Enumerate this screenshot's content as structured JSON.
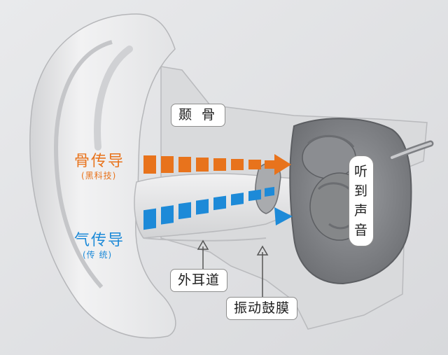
{
  "labels": {
    "temporal_bone": "颞骨",
    "hear_sound": "听到声音",
    "ear_canal": "外耳道",
    "eardrum": "振动鼓膜"
  },
  "bone_conduction": {
    "title": "骨传导",
    "subtitle": "(黑科技)",
    "color": "#e8731c"
  },
  "air_conduction": {
    "title": "气传导",
    "subtitle": "(传 统)",
    "color": "#1d8ad8"
  },
  "icons": {
    "bone_arrow": "dashed-right-arrow",
    "air_arrow": "dashed-right-arrow",
    "pointer_arrow": "up-arrow"
  }
}
